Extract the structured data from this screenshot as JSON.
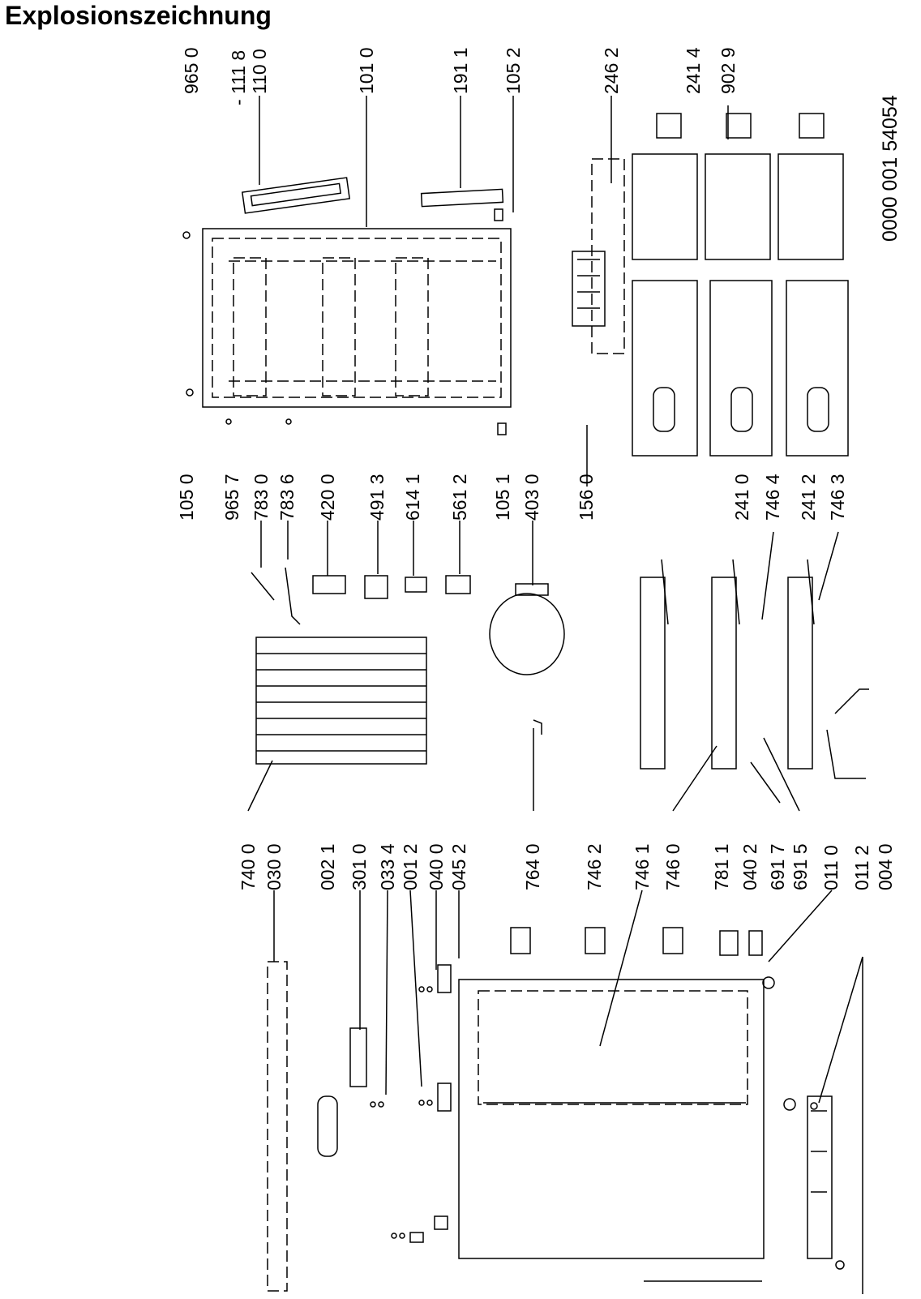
{
  "title": "Explosionszeichnung",
  "document_id": "0000 001 54054",
  "line_color": "#000000",
  "labels": [
    {
      "text": "965 0"
    },
    {
      "text": "- 111 8"
    },
    {
      "text": "110 0"
    },
    {
      "text": "101 0"
    },
    {
      "text": "191 1"
    },
    {
      "text": "105 2"
    },
    {
      "text": "246 2"
    },
    {
      "text": "241 4"
    },
    {
      "text": "902 9"
    },
    {
      "text": "105 0"
    },
    {
      "text": "965 7"
    },
    {
      "text": "783 0"
    },
    {
      "text": "783 6"
    },
    {
      "text": "420 0"
    },
    {
      "text": "491 3"
    },
    {
      "text": "614 1"
    },
    {
      "text": "561 2"
    },
    {
      "text": "105 1"
    },
    {
      "text": "403 0"
    },
    {
      "text": "156 0"
    },
    {
      "text": "241 0"
    },
    {
      "text": "746 4"
    },
    {
      "text": "241 2"
    },
    {
      "text": "746 3"
    },
    {
      "text": "740 0"
    },
    {
      "text": "030 0"
    },
    {
      "text": "002 1"
    },
    {
      "text": "301 0"
    },
    {
      "text": "033 4"
    },
    {
      "text": "001 2"
    },
    {
      "text": "040 0"
    },
    {
      "text": "045 2"
    },
    {
      "text": "764 0"
    },
    {
      "text": "746 2"
    },
    {
      "text": "746 1"
    },
    {
      "text": "746 0"
    },
    {
      "text": "781 1"
    },
    {
      "text": "040 2"
    },
    {
      "text": "691 7"
    },
    {
      "text": "691 5"
    },
    {
      "text": "011 0"
    },
    {
      "text": "011 2"
    },
    {
      "text": "004 0"
    }
  ]
}
